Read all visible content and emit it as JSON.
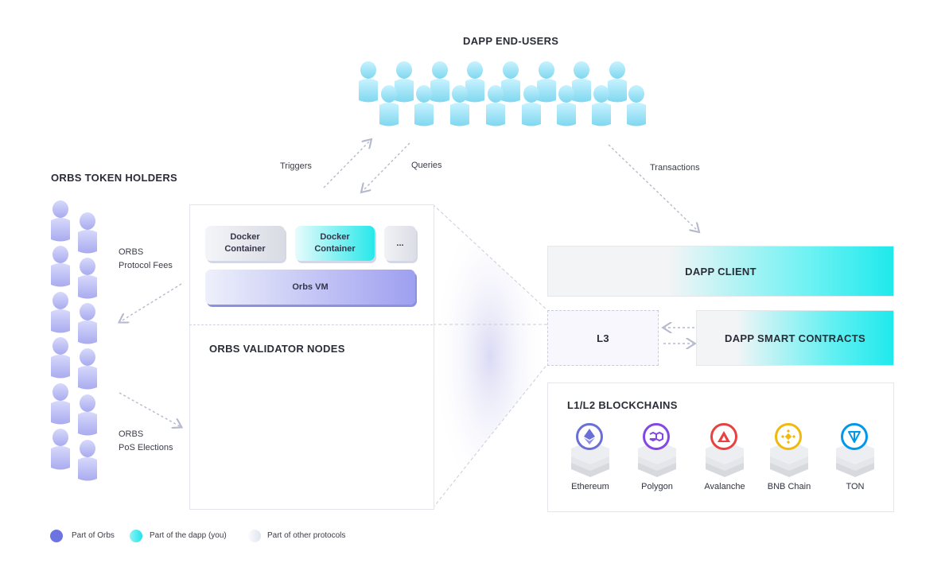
{
  "headings": {
    "dapp_end_users": "DAPP END-USERS",
    "orbs_token_holders": "ORBS TOKEN HOLDERS",
    "orbs_validator_nodes": "ORBS VALIDATOR NODES",
    "l1l2_blockchains": "L1/L2 BLOCKCHAINS"
  },
  "arrows": {
    "triggers": "Triggers",
    "queries": "Queries",
    "transactions": "Transactions"
  },
  "token_holders": {
    "fees_line1": "ORBS",
    "fees_line2": "Protocol Fees",
    "elections_line1": "ORBS",
    "elections_line2": "PoS Elections"
  },
  "orbs_panel": {
    "docker1_line1": "Docker",
    "docker1_line2": "Container",
    "docker2_line1": "Docker",
    "docker2_line2": "Container",
    "more": "...",
    "orbs_vm": "Orbs VM"
  },
  "right": {
    "dapp_client": "DAPP CLIENT",
    "l3": "L3",
    "dapp_smart_contracts": "DAPP SMART CONTRACTS"
  },
  "chains": [
    {
      "name": "Ethereum",
      "color": "#6a6fd6"
    },
    {
      "name": "Polygon",
      "color": "#8247e5"
    },
    {
      "name": "Avalanche",
      "color": "#e84142"
    },
    {
      "name": "BNB Chain",
      "color": "#f0b90b"
    },
    {
      "name": "TON",
      "color": "#0098ea"
    }
  ],
  "legend": {
    "orbs": "Part of Orbs",
    "dapp": "Part of the dapp (you)",
    "other": "Part of other protocols",
    "colors": {
      "orbs": "#6b74e0",
      "dapp": "#20e3e8",
      "other": "#e9edf4"
    }
  }
}
